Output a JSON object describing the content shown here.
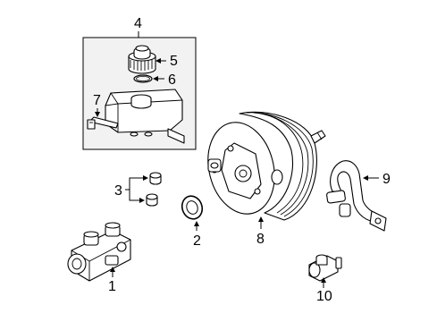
{
  "callouts": {
    "c1": "1",
    "c2": "2",
    "c3": "3",
    "c4": "4",
    "c5": "5",
    "c6": "6",
    "c7": "7",
    "c8": "8",
    "c9": "9",
    "c10": "10"
  },
  "colors": {
    "line": "#000000",
    "background": "#ffffff",
    "inset_box": "#f2f2f2"
  }
}
